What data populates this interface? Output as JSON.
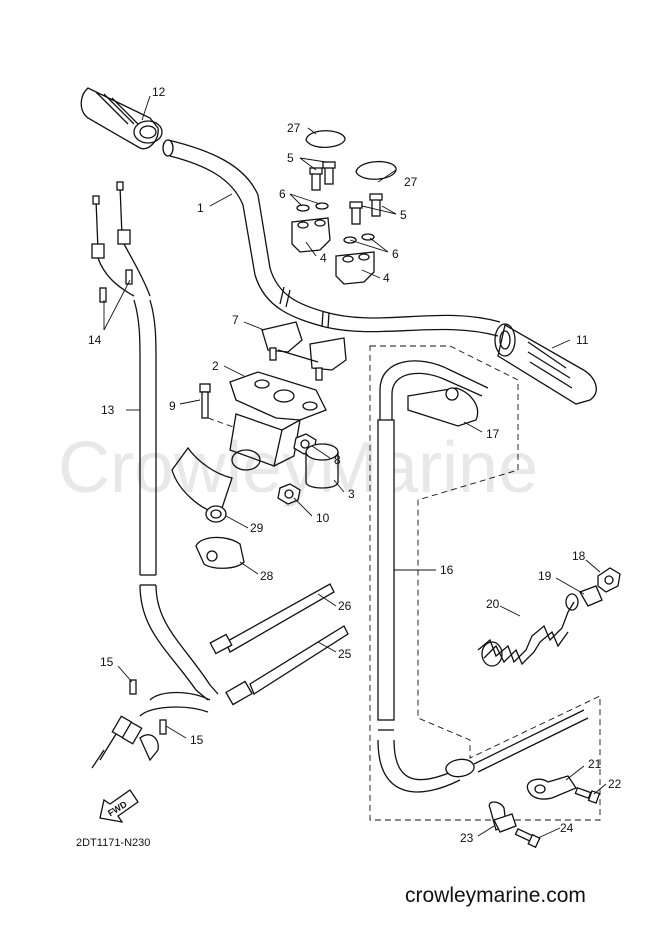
{
  "watermark": "CrowleyMarine",
  "website": "crowleymarine.com",
  "figure_ref": "2DT1171-N230",
  "fwd_label": "FWD",
  "callouts": {
    "c1": "1",
    "c2": "2",
    "c3": "3",
    "c4a": "4",
    "c4b": "4",
    "c5a": "5",
    "c5b": "5",
    "c6a": "6",
    "c6b": "6",
    "c7": "7",
    "c8": "8",
    "c9": "9",
    "c10": "10",
    "c11": "11",
    "c12": "12",
    "c13": "13",
    "c14": "14",
    "c15a": "15",
    "c15b": "15",
    "c16": "16",
    "c17": "17",
    "c18": "18",
    "c19": "19",
    "c20": "20",
    "c21": "21",
    "c22": "22",
    "c23": "23",
    "c24": "24",
    "c25": "25",
    "c26": "26",
    "c27a": "27",
    "c27b": "27",
    "c28": "28",
    "c29": "29"
  }
}
